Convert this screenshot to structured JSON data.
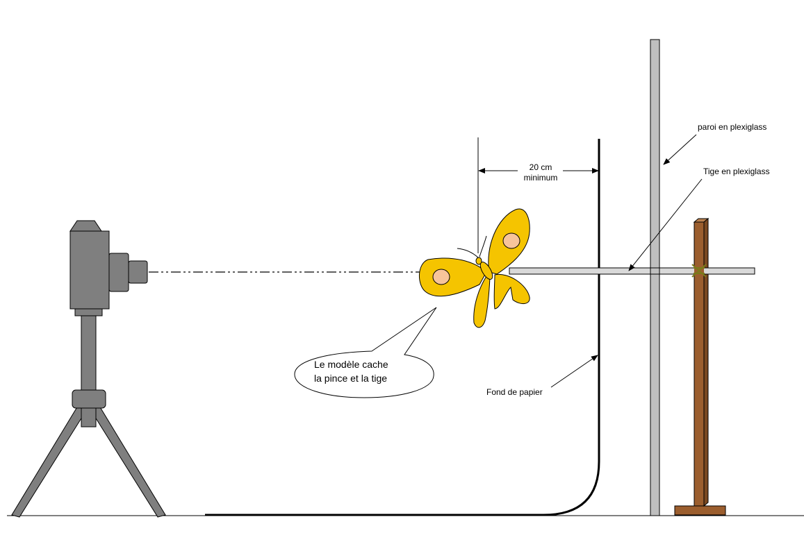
{
  "labels": {
    "distance_value": "20 cm",
    "distance_note": "minimum",
    "wall": "paroi en plexiglass",
    "rod": "Tige en plexiglass",
    "paper": "Fond de papier",
    "bubble_line1": "Le modèle cache",
    "bubble_line2": "la pince et la tige"
  },
  "colors": {
    "camera": "#7f7f7f",
    "butterfly": "#f5c400",
    "butterfly_spot": "#f7c49a",
    "wall": "#bfbfbf",
    "wood": "#9b5e2e",
    "rod": "#d9d9d9",
    "string": "#7a7a1a"
  }
}
